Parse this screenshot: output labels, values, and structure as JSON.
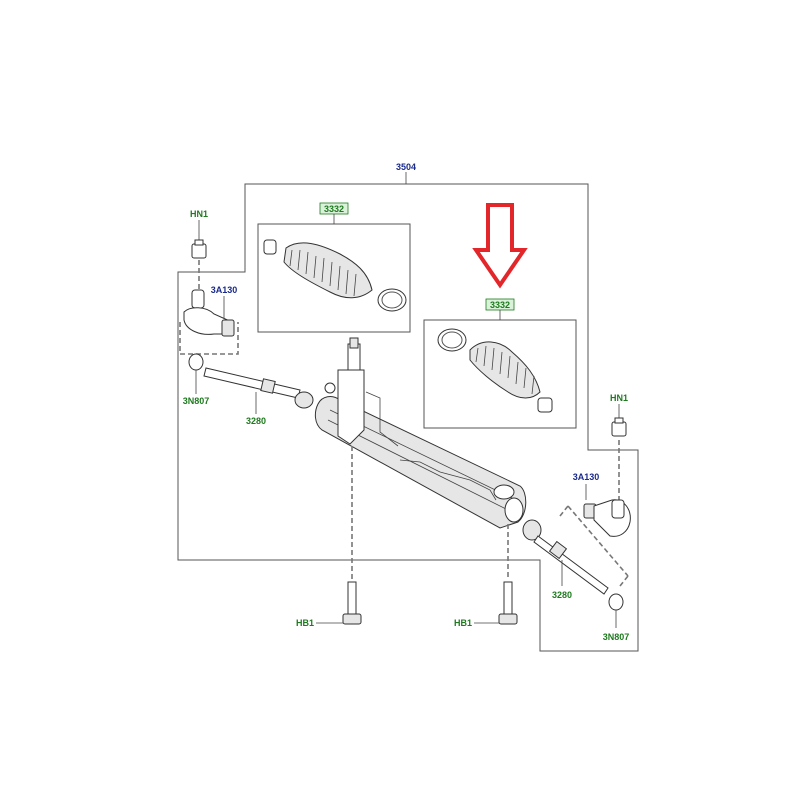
{
  "colors": {
    "arrow": "#e3262a",
    "label_navy": "#1a2a8a",
    "label_green": "#1f7a1f",
    "label_box_fill": "#d9f2d9"
  },
  "labels": {
    "assembly": "3504",
    "boot_left": "3332",
    "boot_right": "3332",
    "nut_left": "HN1",
    "nut_right": "HN1",
    "tie_rod_end_left": "3A130",
    "tie_rod_end_right": "3A130",
    "clip_left": "3N807",
    "clip_right": "3N807",
    "inner_rod_left": "3280",
    "inner_rod_right": "3280",
    "bolt_left": "HB1",
    "bolt_right": "HB1"
  },
  "icons": {
    "highlight": "down-arrow-icon"
  }
}
